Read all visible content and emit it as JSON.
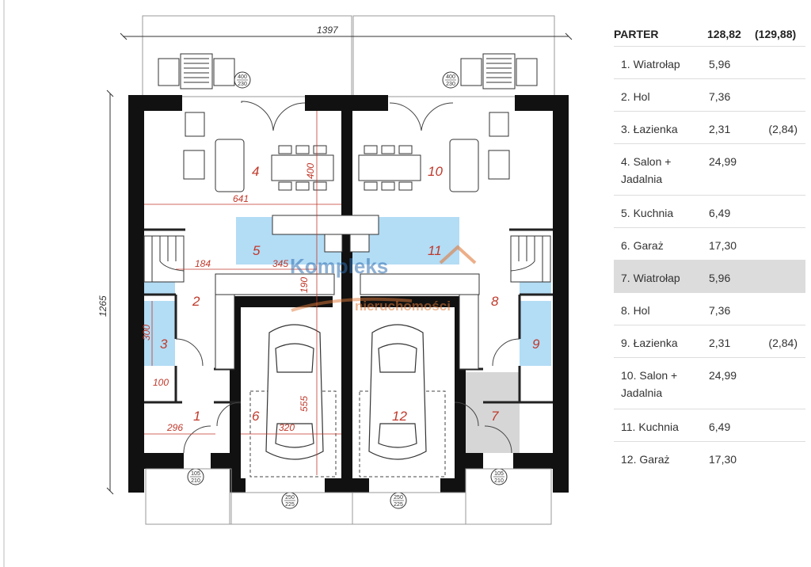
{
  "plan": {
    "dimensions": {
      "overall_width": "1397",
      "overall_depth": "1265",
      "living_width": "641",
      "living_depth": "400",
      "hall_width": "184",
      "kitchen_width": "345",
      "kitchen_depth": "190",
      "bath_depth": "300",
      "closet_width": "100",
      "vestibule_width": "296",
      "garage_width": "320",
      "garage_depth": "555"
    },
    "openings": {
      "terrace_left": "400 230",
      "terrace_right": "400 230",
      "door_left": "105 210",
      "door_right": "105 210",
      "garage_door_left": "250 225",
      "garage_door_right": "250 225"
    },
    "room_numbers": [
      "1",
      "2",
      "3",
      "4",
      "5",
      "6",
      "7",
      "8",
      "9",
      "10",
      "11",
      "12"
    ],
    "watermark": {
      "line1": "Kompleks",
      "line2": "nieruchomości"
    }
  },
  "table": {
    "title": "PARTER",
    "total": "128,82",
    "total_alt": "(129,88)",
    "rows": [
      {
        "name": "1. Wiatrołap",
        "area": "5,96",
        "alt": ""
      },
      {
        "name": "2. Hol",
        "area": "7,36",
        "alt": ""
      },
      {
        "name": "3. Łazienka",
        "area": "2,31",
        "alt": "(2,84)"
      },
      {
        "name": "4. Salon + Jadalnia",
        "area": "24,99",
        "alt": ""
      },
      {
        "name": "5. Kuchnia",
        "area": "6,49",
        "alt": ""
      },
      {
        "name": "6. Garaż",
        "area": "17,30",
        "alt": ""
      },
      {
        "name": "7. Wiatrołap",
        "area": "5,96",
        "alt": ""
      },
      {
        "name": "8. Hol",
        "area": "7,36",
        "alt": ""
      },
      {
        "name": "9. Łazienka",
        "area": "2,31",
        "alt": "(2,84)"
      },
      {
        "name": "10. Salon + Jadalnia",
        "area": "24,99",
        "alt": ""
      },
      {
        "name": "11. Kuchnia",
        "area": "6,49",
        "alt": ""
      },
      {
        "name": "12. Garaż",
        "area": "17,30",
        "alt": ""
      }
    ],
    "highlighted_row": 6
  }
}
